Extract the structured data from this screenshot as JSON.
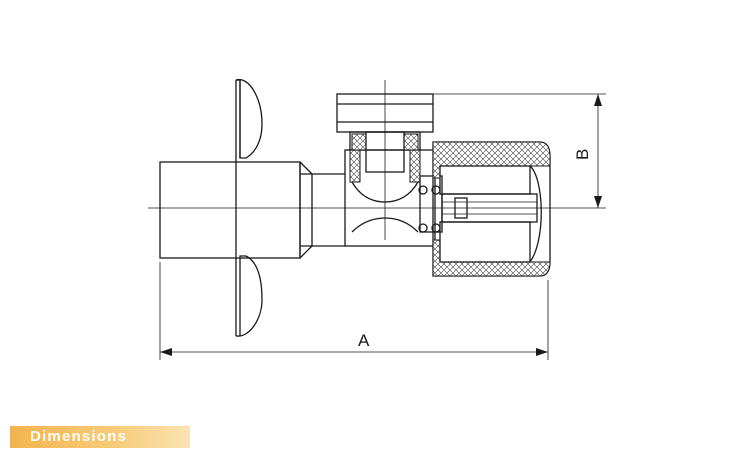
{
  "drawing": {
    "dimension_a": "A",
    "dimension_b": "B"
  },
  "caption": {
    "label": "Dimensions",
    "color": "#f4b752"
  }
}
